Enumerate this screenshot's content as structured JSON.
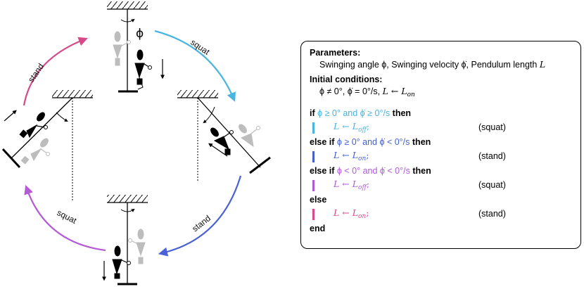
{
  "diagram": {
    "phi_symbol": "ϕ",
    "arcs": [
      {
        "label": "squat",
        "color": "#48b6e0"
      },
      {
        "label": "stand",
        "color": "#4a62d6"
      },
      {
        "label": "squat",
        "color": "#b45ad6"
      },
      {
        "label": "stand",
        "color": "#d64a88"
      }
    ]
  },
  "algorithm": {
    "parameters_title": "Parameters:",
    "parameters_text": "Swinging angle ϕ, Swinging velocity ϕ̇, Pendulum length",
    "parameters_symbol": "L",
    "initial_title": "Initial conditions:",
    "initial_text": "ϕ ≠ 0°, ϕ̇ = 0°/s,",
    "initial_assign": "L ← L",
    "initial_assign_sub": "on",
    "blocks": [
      {
        "keyword": "if",
        "condition": "ϕ ≥ 0° and ϕ̇ ≥ 0°/s",
        "then": "then",
        "assign": "L ← L",
        "sub": "off",
        "tag": "(squat)",
        "color": "#4ab4e0"
      },
      {
        "keyword": "else if",
        "condition": "ϕ ≥ 0° and ϕ̇ < 0°/s",
        "then": "then",
        "assign": "L ← L",
        "sub": "on",
        "tag": "(stand)",
        "color": "#4560d0"
      },
      {
        "keyword": "else if",
        "condition": "ϕ < 0° and ϕ̇ < 0°/s",
        "then": "then",
        "assign": "L ← L",
        "sub": "off",
        "tag": "(squat)",
        "color": "#b05ad8"
      },
      {
        "keyword": "else",
        "condition": "",
        "then": "",
        "assign": "L ← L",
        "sub": "on",
        "tag": "(stand)",
        "color": "#d84a8a"
      }
    ],
    "end": "end"
  }
}
